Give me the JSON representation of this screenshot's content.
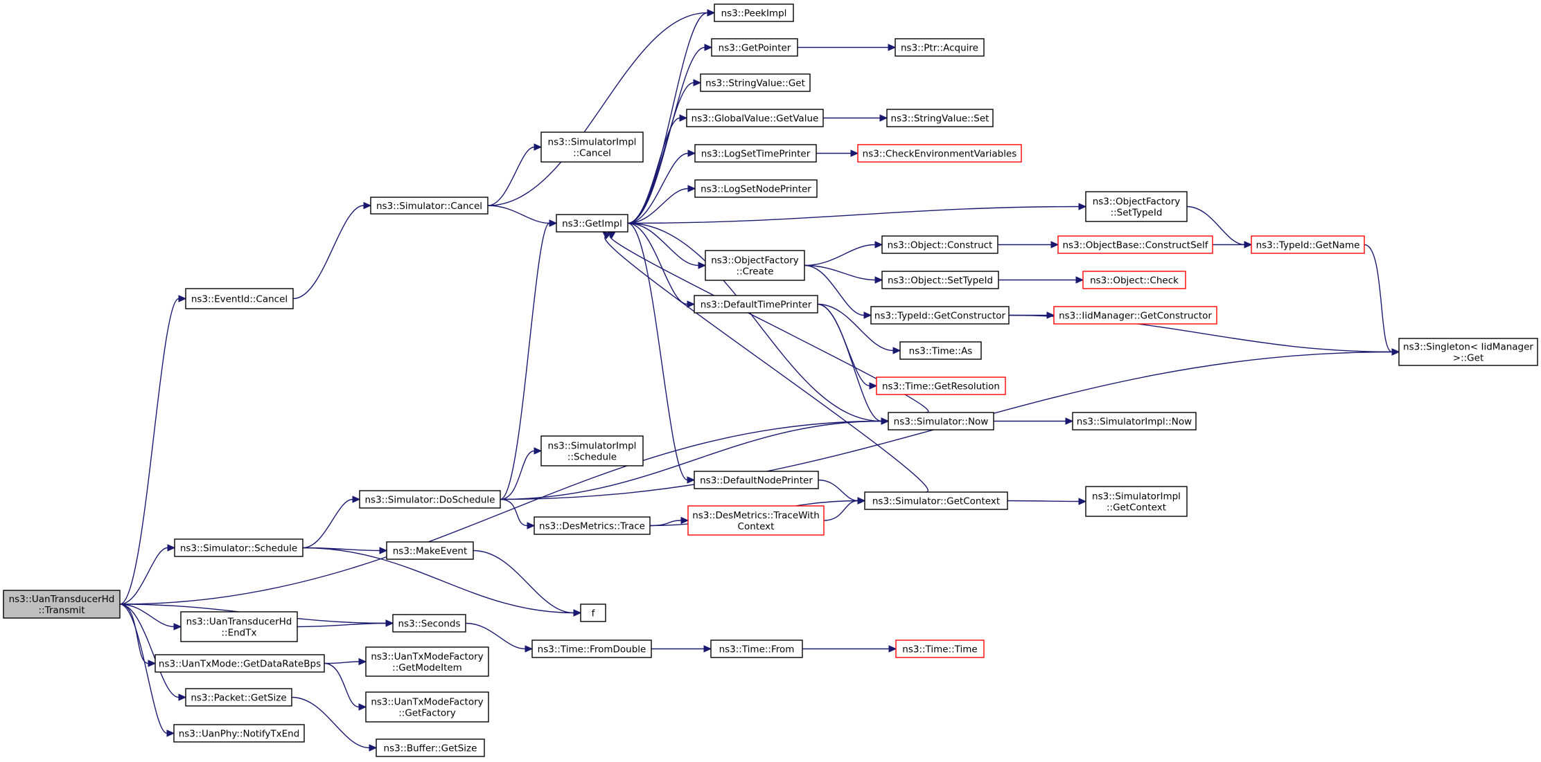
{
  "colors": {
    "edge": "#191970",
    "node_border": "#000000",
    "node_border_incomplete": "#ff0000",
    "root_fill": "#bfbfbf",
    "node_fill": "#ffffff"
  },
  "nodes": [
    {
      "id": "transmit",
      "lines": [
        "ns3::UanTransducerHd",
        "::Transmit"
      ],
      "style": "root"
    },
    {
      "id": "eventid_cancel",
      "lines": [
        "ns3::EventId::Cancel"
      ],
      "style": "normal"
    },
    {
      "id": "sim_cancel",
      "lines": [
        "ns3::Simulator::Cancel"
      ],
      "style": "normal"
    },
    {
      "id": "simimpl_cancel",
      "lines": [
        "ns3::SimulatorImpl",
        "::Cancel"
      ],
      "style": "normal"
    },
    {
      "id": "getimpl",
      "lines": [
        "ns3::GetImpl"
      ],
      "style": "normal"
    },
    {
      "id": "peekimpl",
      "lines": [
        "ns3::PeekImpl"
      ],
      "style": "normal"
    },
    {
      "id": "getpointer",
      "lines": [
        "ns3::GetPointer"
      ],
      "style": "normal"
    },
    {
      "id": "ptr_acquire",
      "lines": [
        "ns3::Ptr::Acquire"
      ],
      "style": "normal"
    },
    {
      "id": "stringvalue_get",
      "lines": [
        "ns3::StringValue::Get"
      ],
      "style": "normal"
    },
    {
      "id": "globalvalue_getvalue",
      "lines": [
        "ns3::GlobalValue::GetValue"
      ],
      "style": "normal"
    },
    {
      "id": "stringvalue_set",
      "lines": [
        "ns3::StringValue::Set"
      ],
      "style": "normal"
    },
    {
      "id": "logsettimeprinter",
      "lines": [
        "ns3::LogSetTimePrinter"
      ],
      "style": "normal"
    },
    {
      "id": "checkenv",
      "lines": [
        "ns3::CheckEnvironmentVariables"
      ],
      "style": "incomplete"
    },
    {
      "id": "logsetnodeprinter",
      "lines": [
        "ns3::LogSetNodePrinter"
      ],
      "style": "normal"
    },
    {
      "id": "objfactory_settypeid",
      "lines": [
        "ns3::ObjectFactory",
        "::SetTypeId"
      ],
      "style": "normal"
    },
    {
      "id": "objfactory_create",
      "lines": [
        "ns3::ObjectFactory",
        "::Create"
      ],
      "style": "normal"
    },
    {
      "id": "object_construct",
      "lines": [
        "ns3::Object::Construct"
      ],
      "style": "normal"
    },
    {
      "id": "objectbase_constructself",
      "lines": [
        "ns3::ObjectBase::ConstructSelf"
      ],
      "style": "incomplete"
    },
    {
      "id": "typeid_getname",
      "lines": [
        "ns3::TypeId::GetName"
      ],
      "style": "incomplete"
    },
    {
      "id": "object_settypeid",
      "lines": [
        "ns3::Object::SetTypeId"
      ],
      "style": "normal"
    },
    {
      "id": "object_check",
      "lines": [
        "ns3::Object::Check"
      ],
      "style": "incomplete"
    },
    {
      "id": "defaulttimeprinter",
      "lines": [
        "ns3::DefaultTimePrinter"
      ],
      "style": "normal"
    },
    {
      "id": "typeid_getconstructor",
      "lines": [
        "ns3::TypeId::GetConstructor"
      ],
      "style": "normal"
    },
    {
      "id": "iidmanager_getconstructor",
      "lines": [
        "ns3::IidManager::GetConstructor"
      ],
      "style": "incomplete"
    },
    {
      "id": "singleton_get",
      "lines": [
        "ns3::Singleton< IidManager",
        ">::Get"
      ],
      "style": "normal"
    },
    {
      "id": "time_as",
      "lines": [
        "ns3::Time::As"
      ],
      "style": "normal"
    },
    {
      "id": "time_getresolution",
      "lines": [
        "ns3::Time::GetResolution"
      ],
      "style": "incomplete"
    },
    {
      "id": "sim_now",
      "lines": [
        "ns3::Simulator::Now"
      ],
      "style": "normal"
    },
    {
      "id": "simimpl_now",
      "lines": [
        "ns3::SimulatorImpl::Now"
      ],
      "style": "normal"
    },
    {
      "id": "simimpl_schedule",
      "lines": [
        "ns3::SimulatorImpl",
        "::Schedule"
      ],
      "style": "normal"
    },
    {
      "id": "defaultnodeprinter",
      "lines": [
        "ns3::DefaultNodePrinter"
      ],
      "style": "normal"
    },
    {
      "id": "sim_doschedule",
      "lines": [
        "ns3::Simulator::DoSchedule"
      ],
      "style": "normal"
    },
    {
      "id": "sim_getcontext",
      "lines": [
        "ns3::Simulator::GetContext"
      ],
      "style": "normal"
    },
    {
      "id": "simimpl_getcontext",
      "lines": [
        "ns3::SimulatorImpl",
        "::GetContext"
      ],
      "style": "normal"
    },
    {
      "id": "desmetrics_tracewithcontext",
      "lines": [
        "ns3::DesMetrics::TraceWith",
        "Context"
      ],
      "style": "incomplete"
    },
    {
      "id": "desmetrics_trace",
      "lines": [
        "ns3::DesMetrics::Trace"
      ],
      "style": "normal"
    },
    {
      "id": "sim_schedule",
      "lines": [
        "ns3::Simulator::Schedule"
      ],
      "style": "normal"
    },
    {
      "id": "makeevent",
      "lines": [
        "ns3::MakeEvent"
      ],
      "style": "normal"
    },
    {
      "id": "f",
      "lines": [
        "f"
      ],
      "style": "normal"
    },
    {
      "id": "uantransducerhd_endtx",
      "lines": [
        "ns3::UanTransducerHd",
        "::EndTx"
      ],
      "style": "normal"
    },
    {
      "id": "seconds",
      "lines": [
        "ns3::Seconds"
      ],
      "style": "normal"
    },
    {
      "id": "time_fromdouble",
      "lines": [
        "ns3::Time::FromDouble"
      ],
      "style": "normal"
    },
    {
      "id": "time_from",
      "lines": [
        "ns3::Time::From"
      ],
      "style": "normal"
    },
    {
      "id": "time_time",
      "lines": [
        "ns3::Time::Time"
      ],
      "style": "incomplete"
    },
    {
      "id": "uantxmode_getdataratebps",
      "lines": [
        "ns3::UanTxMode::GetDataRateBps"
      ],
      "style": "normal"
    },
    {
      "id": "uantxmodefactory_getmodeitem",
      "lines": [
        "ns3::UanTxModeFactory",
        "::GetModeItem"
      ],
      "style": "normal"
    },
    {
      "id": "uantxmodefactory_getfactory",
      "lines": [
        "ns3::UanTxModeFactory",
        "::GetFactory"
      ],
      "style": "normal"
    },
    {
      "id": "packet_getsize",
      "lines": [
        "ns3::Packet::GetSize"
      ],
      "style": "normal"
    },
    {
      "id": "buffer_getsize",
      "lines": [
        "ns3::Buffer::GetSize"
      ],
      "style": "normal"
    },
    {
      "id": "uanphy_notifytxend",
      "lines": [
        "ns3::UanPhy::NotifyTxEnd"
      ],
      "style": "normal"
    }
  ],
  "edges": [
    [
      "transmit",
      "eventid_cancel"
    ],
    [
      "transmit",
      "sim_now"
    ],
    [
      "transmit",
      "sim_schedule"
    ],
    [
      "transmit",
      "seconds"
    ],
    [
      "transmit",
      "uantransducerhd_endtx"
    ],
    [
      "transmit",
      "uantxmode_getdataratebps"
    ],
    [
      "transmit",
      "packet_getsize"
    ],
    [
      "transmit",
      "uanphy_notifytxend"
    ],
    [
      "eventid_cancel",
      "sim_cancel"
    ],
    [
      "sim_cancel",
      "simimpl_cancel"
    ],
    [
      "sim_cancel",
      "getimpl"
    ],
    [
      "sim_cancel",
      "peekimpl"
    ],
    [
      "getimpl",
      "peekimpl"
    ],
    [
      "getimpl",
      "getpointer"
    ],
    [
      "getimpl",
      "stringvalue_get"
    ],
    [
      "getimpl",
      "globalvalue_getvalue"
    ],
    [
      "getimpl",
      "logsettimeprinter"
    ],
    [
      "getimpl",
      "logsetnodeprinter"
    ],
    [
      "getimpl",
      "objfactory_settypeid"
    ],
    [
      "getimpl",
      "objfactory_create"
    ],
    [
      "getimpl",
      "defaulttimeprinter"
    ],
    [
      "getimpl",
      "defaultnodeprinter"
    ],
    [
      "getimpl",
      "sim_now"
    ],
    [
      "getpointer",
      "ptr_acquire"
    ],
    [
      "globalvalue_getvalue",
      "stringvalue_set"
    ],
    [
      "logsettimeprinter",
      "checkenv"
    ],
    [
      "objfactory_settypeid",
      "typeid_getname"
    ],
    [
      "objfactory_create",
      "object_construct"
    ],
    [
      "objfactory_create",
      "object_settypeid"
    ],
    [
      "objfactory_create",
      "typeid_getconstructor"
    ],
    [
      "object_construct",
      "objectbase_constructself"
    ],
    [
      "objectbase_constructself",
      "typeid_getname"
    ],
    [
      "typeid_getname",
      "singleton_get"
    ],
    [
      "object_settypeid",
      "object_check"
    ],
    [
      "typeid_getconstructor",
      "iidmanager_getconstructor"
    ],
    [
      "typeid_getconstructor",
      "singleton_get"
    ],
    [
      "defaulttimeprinter",
      "time_as"
    ],
    [
      "defaulttimeprinter",
      "time_getresolution"
    ],
    [
      "defaulttimeprinter",
      "sim_now"
    ],
    [
      "sim_now",
      "simimpl_now"
    ],
    [
      "sim_now",
      "getimpl"
    ],
    [
      "defaultnodeprinter",
      "sim_getcontext"
    ],
    [
      "sim_getcontext",
      "simimpl_getcontext"
    ],
    [
      "sim_getcontext",
      "getimpl"
    ],
    [
      "sim_doschedule",
      "getimpl"
    ],
    [
      "sim_doschedule",
      "simimpl_schedule"
    ],
    [
      "sim_doschedule",
      "sim_now"
    ],
    [
      "sim_doschedule",
      "desmetrics_trace"
    ],
    [
      "sim_doschedule",
      "singleton_get"
    ],
    [
      "desmetrics_trace",
      "desmetrics_tracewithcontext"
    ],
    [
      "desmetrics_trace",
      "sim_getcontext"
    ],
    [
      "desmetrics_tracewithcontext",
      "sim_getcontext"
    ],
    [
      "sim_schedule",
      "sim_doschedule"
    ],
    [
      "sim_schedule",
      "makeevent"
    ],
    [
      "sim_schedule",
      "f"
    ],
    [
      "makeevent",
      "f"
    ],
    [
      "uantransducerhd_endtx",
      "seconds"
    ],
    [
      "seconds",
      "time_fromdouble"
    ],
    [
      "time_fromdouble",
      "time_from"
    ],
    [
      "time_from",
      "time_time"
    ],
    [
      "uantxmode_getdataratebps",
      "uantxmodefactory_getmodeitem"
    ],
    [
      "uantxmode_getdataratebps",
      "uantxmodefactory_getfactory"
    ],
    [
      "packet_getsize",
      "buffer_getsize"
    ]
  ]
}
